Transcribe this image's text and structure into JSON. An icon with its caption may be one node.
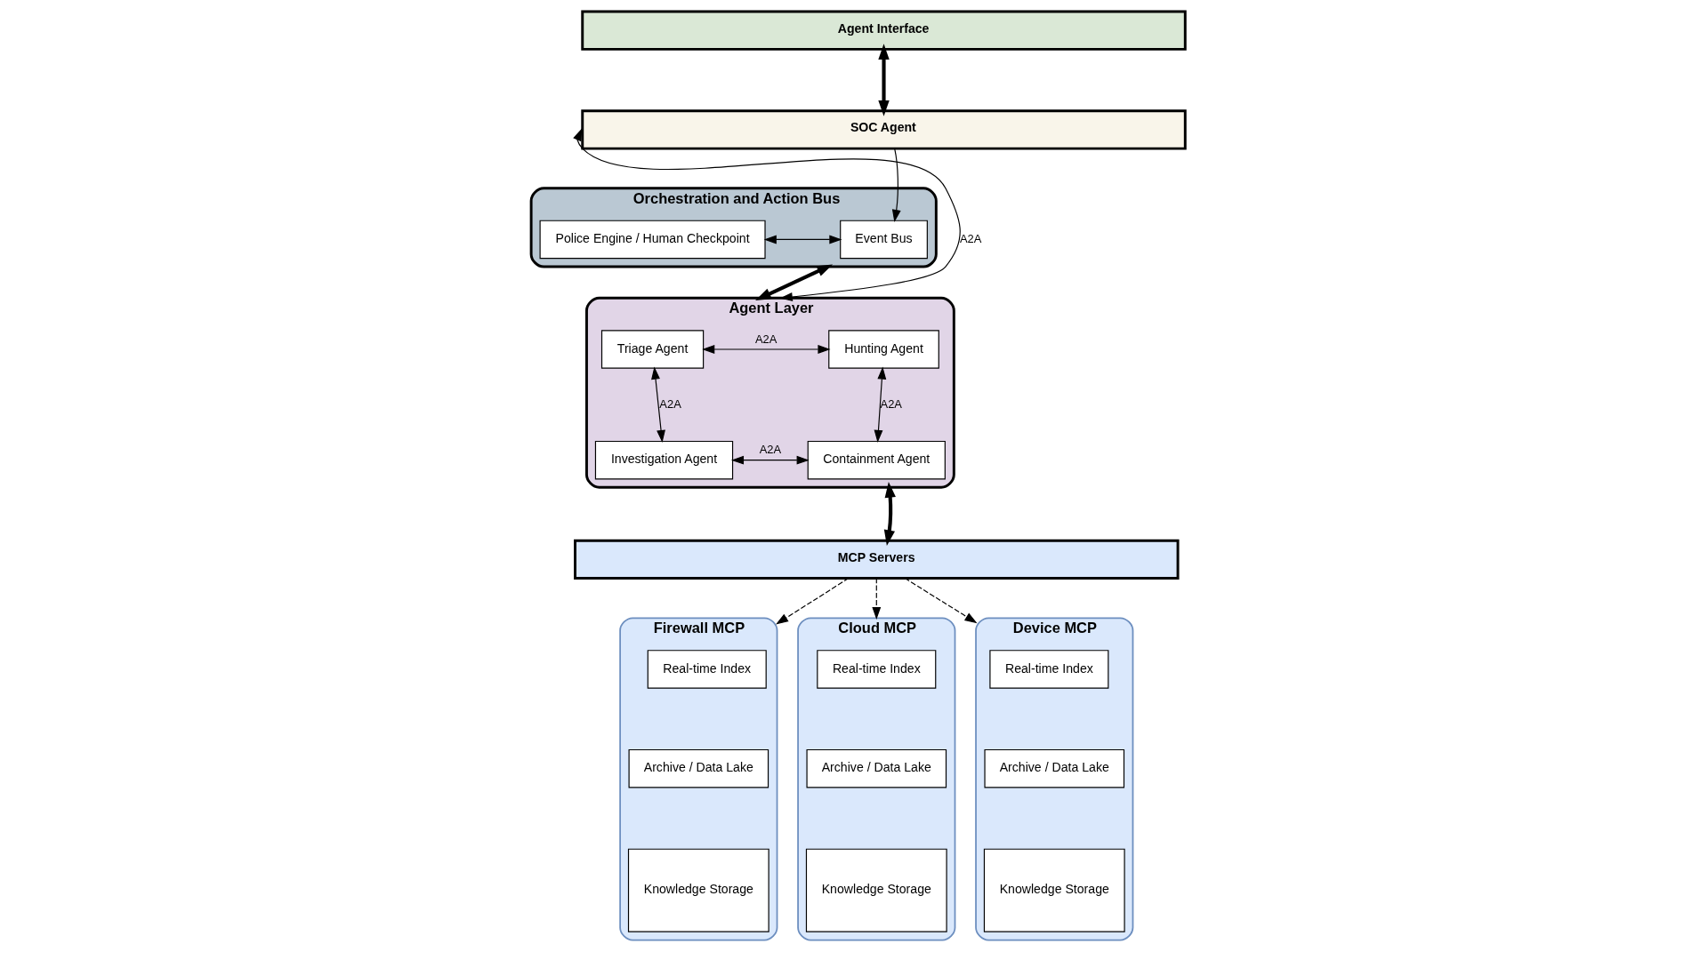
{
  "diagram": {
    "nodes": [
      {
        "text": [
          "Agent Interface"
        ]
      },
      {
        "text": [
          "SOC Agent"
        ]
      },
      {
        "text": [
          "Orchestration and Action Bus"
        ]
      },
      {
        "text": [
          "Police Engine / Human Checkpoint"
        ],
        "in": 2
      },
      {
        "text": [
          "Event Bus"
        ],
        "in": 2
      },
      {
        "text": [
          "Agent Layer"
        ]
      },
      {
        "text": [
          "Triage Agent"
        ],
        "in": 5
      },
      {
        "text": [
          "Hunting Agent"
        ],
        "in": 5
      },
      {
        "text": [
          "Investigation Agent"
        ],
        "in": 5
      },
      {
        "text": [
          "Containment Agent"
        ],
        "in": 5
      },
      {
        "text": [
          "MCP Servers"
        ]
      },
      {
        "text": [
          "Firewall MCP"
        ]
      },
      {
        "text": [
          "Real-time Index"
        ],
        "in": 11
      },
      {
        "text": [
          "Archive / Data Lake"
        ],
        "in": 11
      },
      {
        "text": [
          "Knowledge Storage"
        ],
        "in": 11
      },
      {
        "text": [
          "Cloud MCP"
        ]
      },
      {
        "text": [
          "Real-time Index"
        ],
        "in": 15
      },
      {
        "text": [
          "Archive / Data Lake"
        ],
        "in": 15
      },
      {
        "text": [
          "Knowledge Storage"
        ],
        "in": 15
      },
      {
        "text": [
          "Device MCP"
        ]
      },
      {
        "text": [
          "Real-time Index"
        ],
        "in": 19
      },
      {
        "text": [
          "Archive / Data Lake"
        ],
        "in": 19
      },
      {
        "text": [
          "Knowledge Storage"
        ],
        "in": 19
      }
    ],
    "edges": [
      {
        "from": 0,
        "to": 1,
        "arrow": "both",
        "style": "thick"
      },
      {
        "from": 1,
        "to": 4,
        "arrow": "to"
      },
      {
        "from": 3,
        "to": 4,
        "arrow": "both"
      },
      {
        "from": 2,
        "to": 5,
        "arrow": "both",
        "style": "thick"
      },
      {
        "from": 1,
        "to": 5,
        "arrow": "both",
        "label": "A2A"
      },
      {
        "from": 6,
        "to": 7,
        "arrow": "both",
        "label": "A2A"
      },
      {
        "from": 6,
        "to": 8,
        "arrow": "both",
        "label": "A2A"
      },
      {
        "from": 7,
        "to": 9,
        "arrow": "both",
        "label": "A2A"
      },
      {
        "from": 8,
        "to": 9,
        "arrow": "both",
        "label": "A2A"
      },
      {
        "from": 5,
        "to": 10,
        "arrow": "both",
        "style": "thick"
      },
      {
        "from": 10,
        "to": 11,
        "arrow": "to",
        "style": "dashed"
      },
      {
        "from": 10,
        "to": 15,
        "arrow": "to",
        "style": "dashed"
      },
      {
        "from": 10,
        "to": 19,
        "arrow": "to",
        "style": "dashed"
      }
    ]
  }
}
